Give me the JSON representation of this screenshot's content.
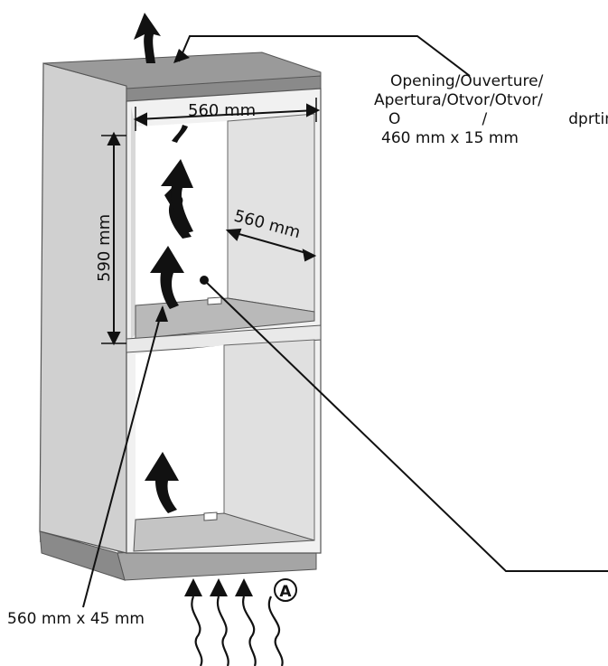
{
  "dimensions": {
    "width_top": "560 mm",
    "height": "590 mm",
    "depth": "560 mm",
    "bottom_opening": "560 mm x 45 mm"
  },
  "opening_label": {
    "line1": "Opening/Ouverture/",
    "line2": "Apertura/Otvor/Otvor/",
    "line3_parts": [
      "O",
      "/",
      "dprtin"
    ],
    "line4": "460 mm x 15 mm"
  },
  "marker": "A",
  "colors": {
    "cabinet_top": "#9a9a9a",
    "cabinet_side": "#d4d4d4",
    "cabinet_inner": "#e6e6e6",
    "plinth": "#8e8e8e",
    "arrow": "#111111"
  }
}
